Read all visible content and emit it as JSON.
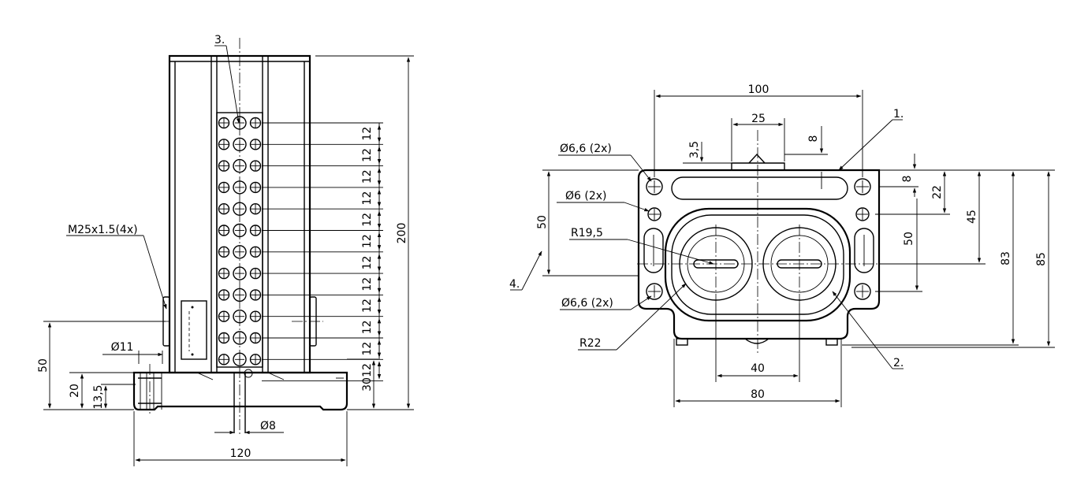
{
  "side_view": {
    "callouts": {
      "item3": "3.",
      "thread": "M25x1.5(4x)",
      "hole": "Ø11",
      "pin": "Ø8"
    },
    "dims": {
      "pitch": "12",
      "total_height": "200",
      "base_height": "30",
      "height_50": "50",
      "height_20": "20",
      "height_13_5": "13,5",
      "width_120": "120"
    }
  },
  "front_view": {
    "callouts": {
      "item1": "1.",
      "item2": "2.",
      "item4": "4.",
      "hole_6_6_top": "Ø6,6 (2x)",
      "hole_6": "Ø6 (2x)",
      "radius_19_5": "R19,5",
      "hole_6_6_bottom": "Ø6,6 (2x)",
      "radius_22": "R22"
    },
    "dims": {
      "width_100": "100",
      "width_25": "25",
      "d_3_5": "3,5",
      "d_8_top": "8",
      "d_50_left": "50",
      "d_8_right": "8",
      "d_22": "22",
      "d_45": "45",
      "d_50_right": "50",
      "d_83": "83",
      "d_85": "85",
      "width_40": "40",
      "width_80": "80"
    }
  }
}
